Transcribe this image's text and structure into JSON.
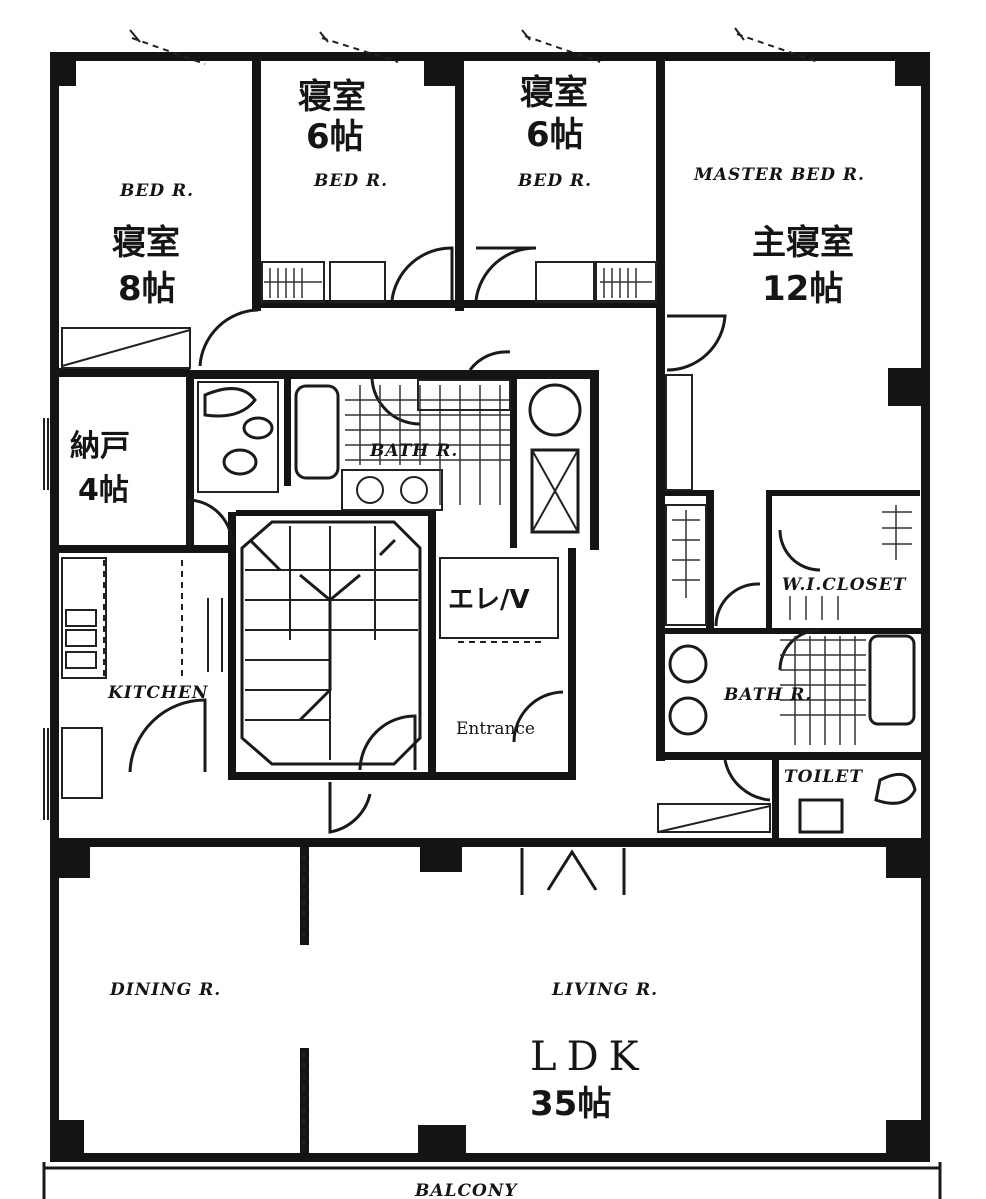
{
  "rooms": {
    "bed_left": {
      "en": "BED R.",
      "jp": "寝室",
      "size": "8帖"
    },
    "bed_mid1": {
      "en": "BED R.",
      "jp": "寝室",
      "size": "6帖"
    },
    "bed_mid2": {
      "en": "BED R.",
      "jp": "寝室",
      "size": "6帖"
    },
    "master": {
      "en": "MASTER BED R.",
      "jp": "主寝室",
      "size": "12帖"
    },
    "storage": {
      "jp": "納戸",
      "size": "4帖"
    },
    "bath_center": {
      "en": "BATH R."
    },
    "elevator": {
      "jp": "エレ/V"
    },
    "kitchen": {
      "en": "KITCHEN"
    },
    "entrance": {
      "en": "Entrance"
    },
    "closet": {
      "en": "W.I.CLOSET"
    },
    "bath_right": {
      "en": "BATH R."
    },
    "toilet": {
      "en": "TOILET"
    },
    "dining": {
      "en": "DINING R."
    },
    "living": {
      "en": "LIVING R."
    },
    "ldk": {
      "label": "LDK",
      "size": "35帖"
    },
    "balcony": {
      "en": "BALCONY"
    }
  }
}
